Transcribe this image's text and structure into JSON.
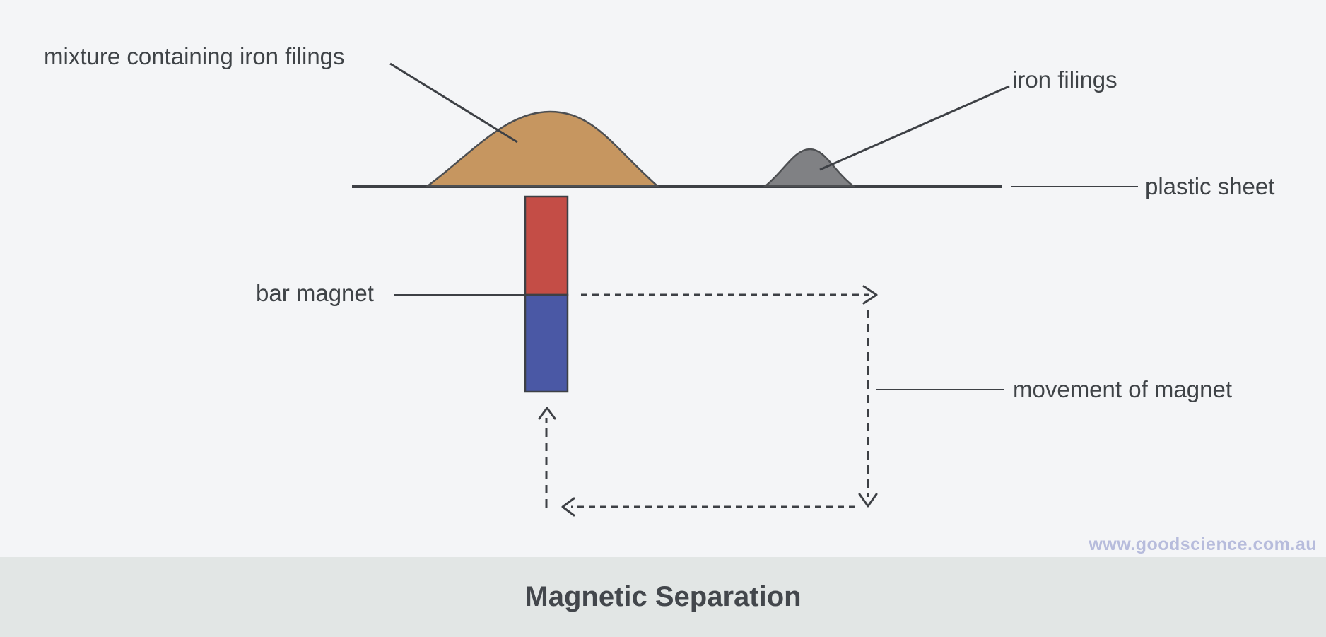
{
  "diagram": {
    "title": "Magnetic Separation",
    "watermark": "www.goodscience.com.au",
    "labels": {
      "mixture": "mixture containing iron filings",
      "iron_filings": "iron filings",
      "plastic_sheet": "plastic sheet",
      "bar_magnet": "bar magnet",
      "movement": "movement of magnet"
    },
    "colors": {
      "background": "#f4f5f7",
      "footer_band": "#e2e6e5",
      "label_text": "#3f4347",
      "title_text": "#43474c",
      "line": "#3d4045",
      "mixture_pile": "#c69660",
      "pile_outline": "#4d4f52",
      "iron_pile": "#808184",
      "magnet_north": "#c44d46",
      "magnet_south": "#4a58a5",
      "magnet_outline": "#3d4045",
      "watermark": "#b7bcdc"
    }
  }
}
